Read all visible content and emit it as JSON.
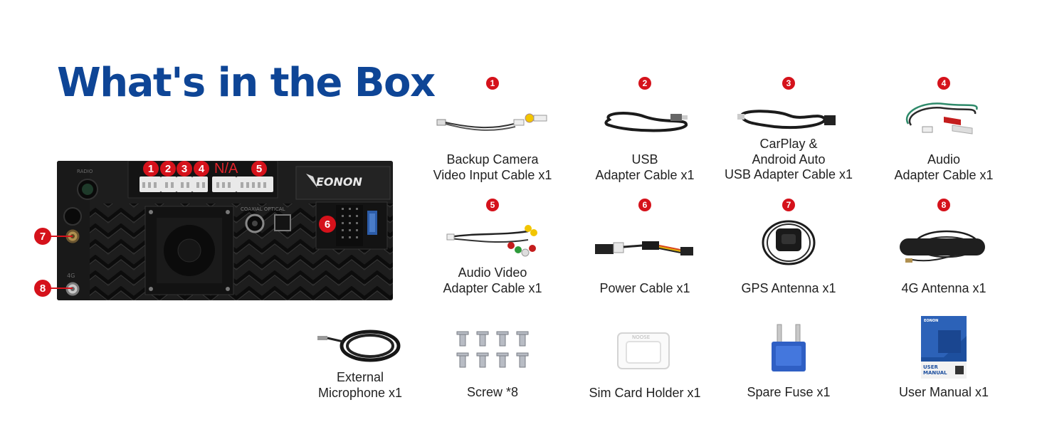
{
  "title": "What's in the Box",
  "brand": "EONON",
  "panel": {
    "port_numbers": [
      "1",
      "2",
      "3",
      "4",
      "5"
    ],
    "na_label": "N/A",
    "inner_badge": "6",
    "side_badges": [
      "7",
      "8"
    ],
    "small_labels": [
      "RADIO",
      "COAXIAL OPTICAL",
      "4G"
    ]
  },
  "items": [
    {
      "num": "1",
      "lines": [
        "Backup Camera",
        "Video Input Cable x1"
      ],
      "icon": "backup-camera-cable-icon"
    },
    {
      "num": "2",
      "lines": [
        "USB",
        "Adapter Cable x1"
      ],
      "icon": "usb-cable-icon"
    },
    {
      "num": "3",
      "lines": [
        "CarPlay &",
        "Android Auto",
        "USB Adapter Cable x1"
      ],
      "icon": "carplay-usb-cable-icon"
    },
    {
      "num": "4",
      "lines": [
        "Audio",
        "Adapter Cable x1"
      ],
      "icon": "audio-cable-icon"
    },
    {
      "num": "5",
      "lines": [
        "Audio Video",
        "Adapter Cable x1"
      ],
      "icon": "av-cable-icon"
    },
    {
      "num": "6",
      "lines": [
        "Power Cable x1"
      ],
      "icon": "power-cable-icon"
    },
    {
      "num": "7",
      "lines": [
        "GPS Antenna x1"
      ],
      "icon": "gps-antenna-icon"
    },
    {
      "num": "8",
      "lines": [
        "4G Antenna x1"
      ],
      "icon": "4g-antenna-icon"
    },
    {
      "num": "",
      "lines": [
        "External",
        "Microphone x1"
      ],
      "icon": "microphone-icon"
    },
    {
      "num": "",
      "lines": [
        "Screw *8"
      ],
      "icon": "screw-icon"
    },
    {
      "num": "",
      "lines": [
        "Sim Card Holder x1"
      ],
      "icon": "sim-holder-icon"
    },
    {
      "num": "",
      "lines": [
        "Spare Fuse x1"
      ],
      "icon": "fuse-icon"
    },
    {
      "num": "",
      "lines": [
        "User Manual x1"
      ],
      "icon": "manual-icon"
    }
  ],
  "manual_cover": {
    "brand": "EONON",
    "text": [
      "USER",
      "MANUAL"
    ]
  },
  "sim_holder_text": "NOOSE",
  "colors": {
    "title": "#0e4596",
    "badge": "#d5121b",
    "panel": "#1c1c1c"
  }
}
